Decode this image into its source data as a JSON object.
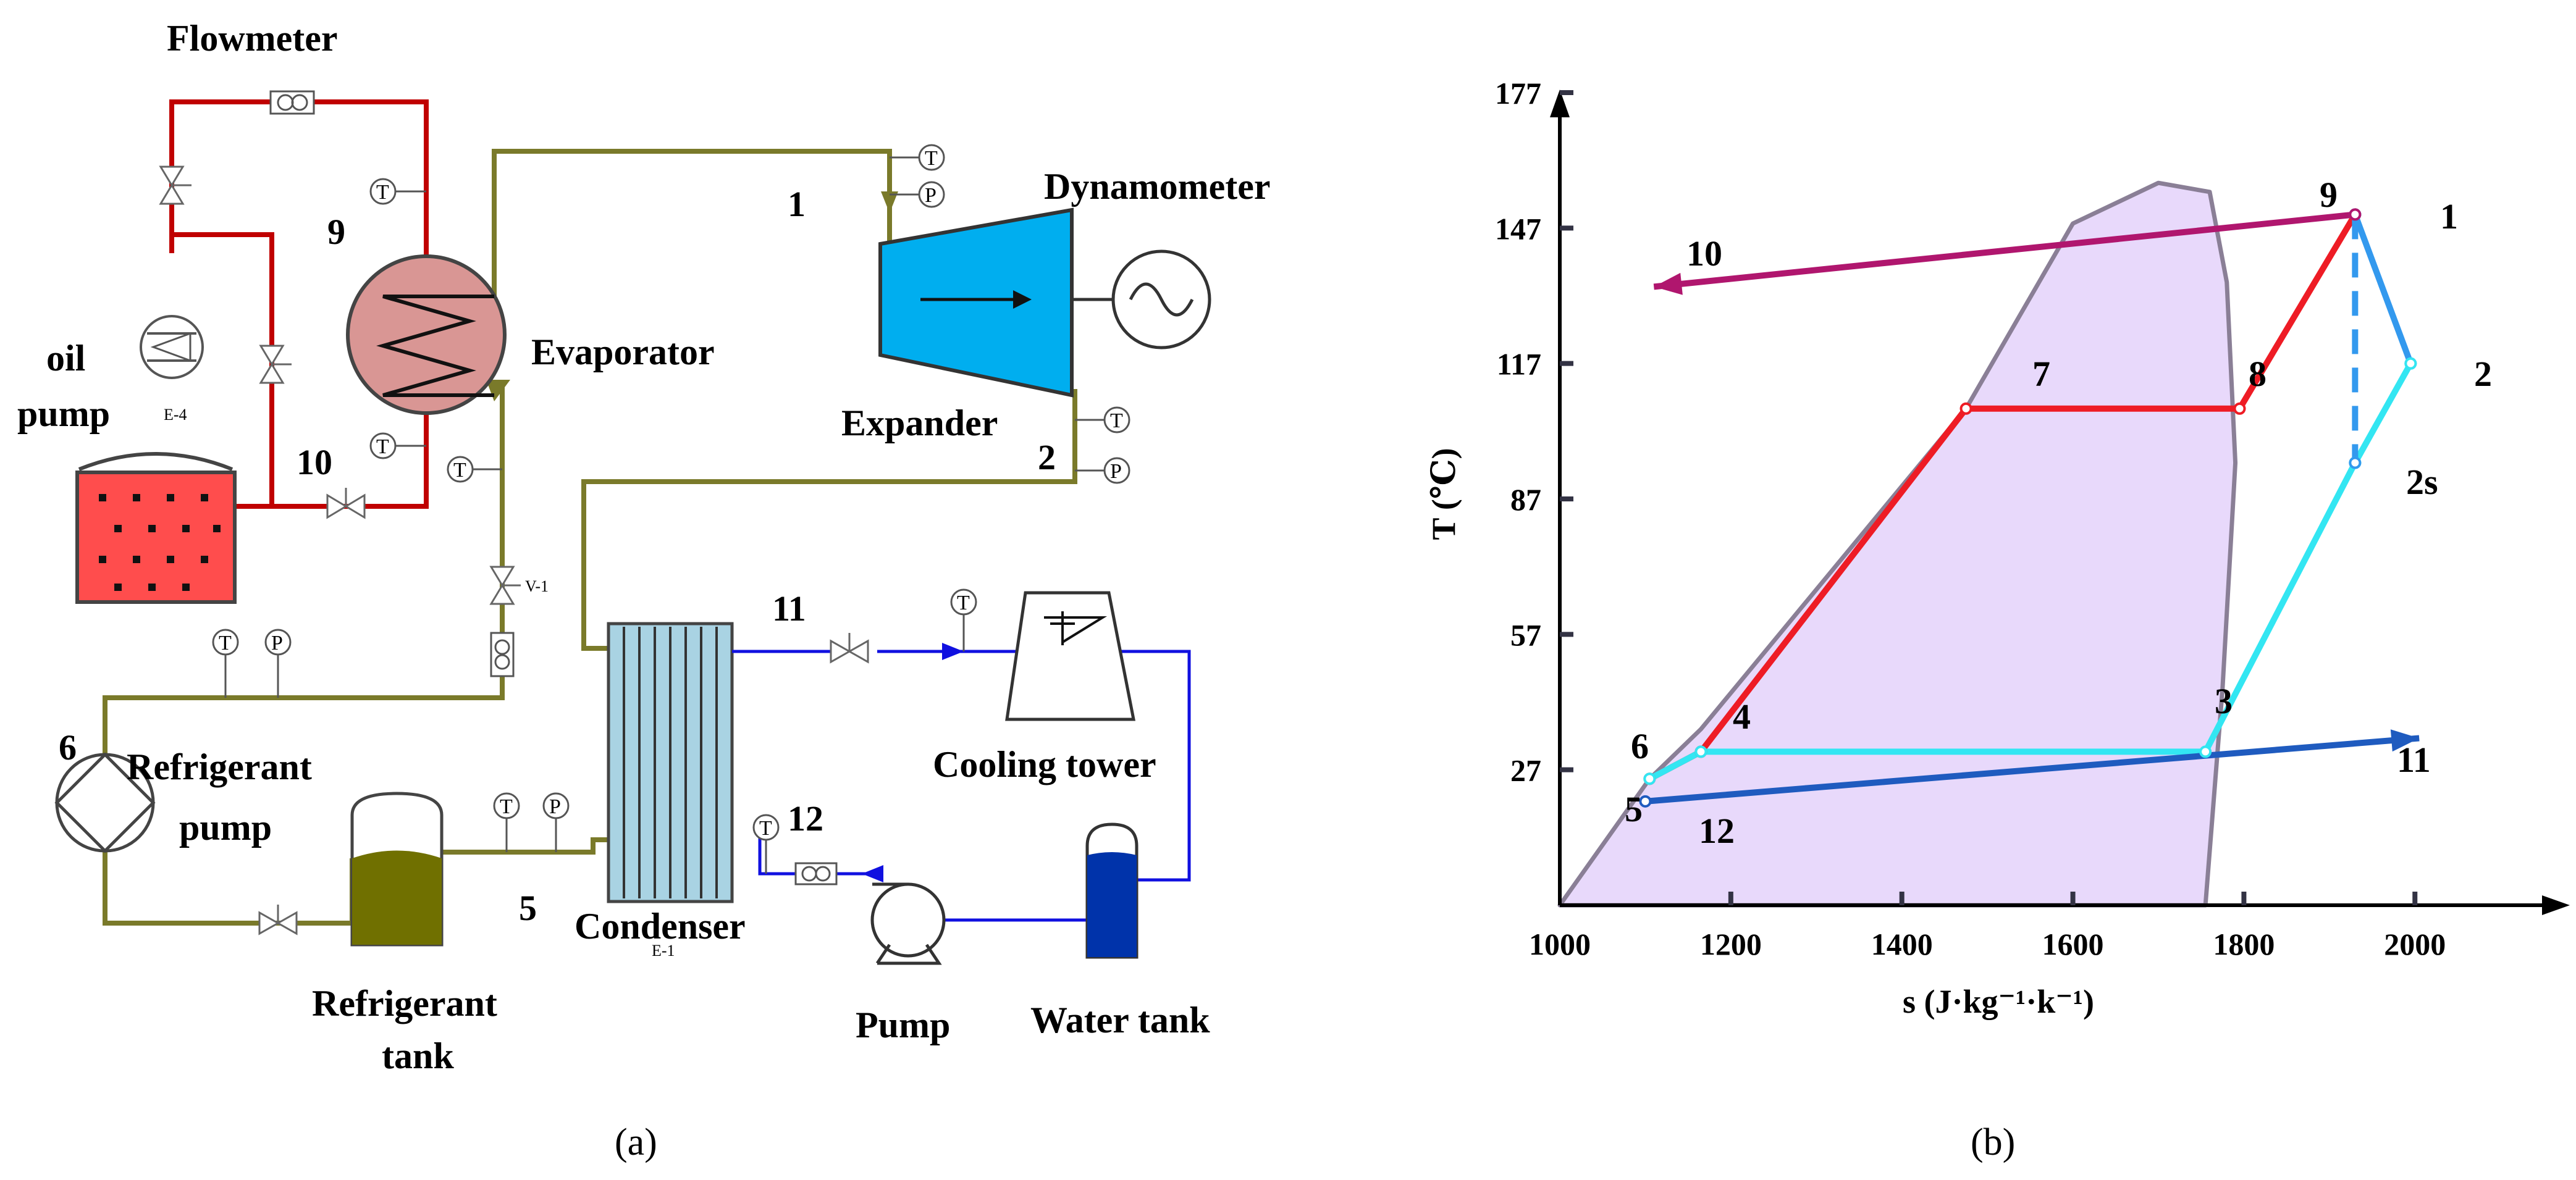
{
  "panel_a": {
    "caption": "(a)",
    "labels": {
      "flowmeter": "Flowmeter",
      "oil_pump_line1": "oil",
      "oil_pump_line2": "pump",
      "evaporator": "Evaporator",
      "dynamometer": "Dynamometer",
      "expander": "Expander",
      "cooling_tower": "Cooling tower",
      "refrigerant_pump_line1": "Refrigerant",
      "refrigerant_pump_line2": "pump",
      "refrigerant_tank_line1": "Refrigerant",
      "refrigerant_tank_line2": "tank",
      "condenser": "Condenser",
      "condenser_tag": "E-1",
      "oil_pump_tag": "E-4",
      "valve_tag": "V-1",
      "pump": "Pump",
      "water_tank": "Water tank"
    },
    "state_points": [
      "1",
      "2",
      "5",
      "6",
      "9",
      "10",
      "11",
      "12"
    ],
    "sensor_symbols": {
      "temperature": "T",
      "pressure": "P"
    },
    "colors": {
      "oil_loop": "#c00000",
      "refrigerant_loop": "#7a7a2a",
      "cooling_water_loop": "#1010e0",
      "expander_fill": "#00aeef",
      "evaporator_fill": "#d99694",
      "oil_tank_fill": "#ff4d4d",
      "refrigerant_liquid": "#707000",
      "condenser_fill": "#a9d3e3",
      "water_tank_fill": "#0033aa"
    }
  },
  "panel_b": {
    "caption": "(b)",
    "state_labels": [
      "1",
      "2",
      "2s",
      "3",
      "4",
      "5",
      "6",
      "7",
      "8",
      "9",
      "10",
      "11",
      "12"
    ],
    "colors": {
      "dome_fill": "#e8d9fb",
      "dome_edge": "#8a7f96",
      "cycle_hot": "#ee1c25",
      "cycle_cool": "#33e6f2",
      "expansion": "#3399ee",
      "oil_line": "#b0166e",
      "water_line": "#1f5bbf"
    }
  },
  "chart_data": {
    "type": "line",
    "xlabel": "s (J·kg⁻¹·k⁻¹)",
    "ylabel": "T (℃)",
    "x_ticks": [
      "1000",
      "1200",
      "1400",
      "1600",
      "1800",
      "2000"
    ],
    "y_ticks": [
      "27",
      "57",
      "87",
      "117",
      "147",
      "177"
    ],
    "xlim": [
      1000,
      2080
    ],
    "ylim": [
      -3,
      177
    ],
    "series": [
      {
        "points": [
          [
            1105,
            25
          ],
          [
            1165,
            31
          ],
          [
            1475,
            107
          ],
          [
            1795,
            107
          ],
          [
            1930,
            150
          ]
        ]
      },
      {
        "points": [
          [
            1105,
            25
          ],
          [
            1165,
            31
          ],
          [
            1755,
            31
          ],
          [
            1930,
            95
          ]
        ]
      },
      {
        "points": [
          [
            1930,
            150
          ],
          [
            1995,
            117
          ]
        ]
      },
      {
        "points": [
          [
            1995,
            117
          ],
          [
            1930,
            95
          ]
        ]
      },
      {
        "points": [
          [
            1930,
            150
          ],
          [
            1930,
            95
          ]
        ],
        "style": "dashed"
      },
      {
        "points": [
          [
            1930,
            150
          ],
          [
            1110,
            134
          ]
        ]
      },
      {
        "points": [
          [
            1100,
            20
          ],
          [
            2005,
            34
          ]
        ]
      }
    ],
    "saturation_dome": [
      [
        1000,
        -3
      ],
      [
        1105,
        25
      ],
      [
        1165,
        36
      ],
      [
        1475,
        107
      ],
      [
        1600,
        148
      ],
      [
        1700,
        157
      ],
      [
        1760,
        155
      ],
      [
        1780,
        135
      ],
      [
        1790,
        95
      ],
      [
        1775,
        45
      ],
      [
        1755,
        -3
      ]
    ]
  }
}
